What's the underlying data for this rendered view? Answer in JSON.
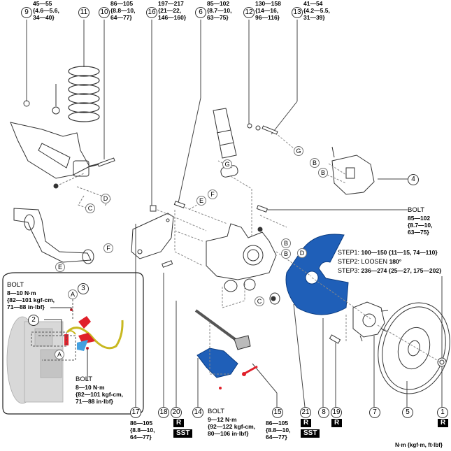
{
  "diagram": {
    "title": "Rear suspension / knuckle exploded view",
    "unit_legend": "N·m {kgf·m, ft·lbf}",
    "colors": {
      "dust_cover": "#1f5fb8",
      "sensor_red": "#e0202a",
      "harness_yellow": "#c8b820",
      "line": "#333333"
    },
    "callouts": [
      {
        "id": "9",
        "label": "9"
      },
      {
        "id": "11",
        "label": "11"
      },
      {
        "id": "10",
        "label": "10"
      },
      {
        "id": "16",
        "label": "16"
      },
      {
        "id": "6",
        "label": "6"
      },
      {
        "id": "12",
        "label": "12"
      },
      {
        "id": "13",
        "label": "13"
      },
      {
        "id": "4",
        "label": "4"
      },
      {
        "id": "2",
        "label": "2"
      },
      {
        "id": "3",
        "label": "3"
      },
      {
        "id": "17",
        "label": "17"
      },
      {
        "id": "18",
        "label": "18"
      },
      {
        "id": "20",
        "label": "20"
      },
      {
        "id": "14",
        "label": "14"
      },
      {
        "id": "15",
        "label": "15"
      },
      {
        "id": "21",
        "label": "21"
      },
      {
        "id": "8",
        "label": "8"
      },
      {
        "id": "19",
        "label": "19"
      },
      {
        "id": "7",
        "label": "7"
      },
      {
        "id": "5",
        "label": "5"
      },
      {
        "id": "1",
        "label": "1"
      }
    ],
    "torques": {
      "t9": {
        "line1": "45—55",
        "line2": "{4.6—5.6,",
        "line3": "34—40}"
      },
      "t10": {
        "line1": "86—105",
        "line2": "{8.8—10,",
        "line3": "64—77}"
      },
      "t16": {
        "line1": "197—217",
        "line2": "{21—22,",
        "line3": "146—160}"
      },
      "t6": {
        "line1": "85—102",
        "line2": "{8.7—10,",
        "line3": "63—75}"
      },
      "t12": {
        "line1": "130—158",
        "line2": "{14—16,",
        "line3": "96—116}"
      },
      "t13": {
        "line1": "41—54",
        "line2": "{4.2—5.5,",
        "line3": "31—39}"
      },
      "t17": {
        "line1": "86—105",
        "line2": "{8.8—10,",
        "line3": "64—77}"
      },
      "t15": {
        "line1": "86—105",
        "line2": "{8.8—10,",
        "line3": "64—77}"
      }
    },
    "bolt_right": {
      "title": "BOLT",
      "line1": "85—102",
      "line2": "{8.7—10,",
      "line3": "63—75}"
    },
    "bolt_inset_top": {
      "title": "BOLT",
      "line1": "8—10 N·m",
      "line2": "{82—101 kgf-cm,",
      "line3": "71—88 in·lbf}"
    },
    "bolt_inset_bottom": {
      "title": "BOLT",
      "line1": "8—10 N·m",
      "line2": "{82—101 kgf-cm,",
      "line3": "71—88 in·lbf}"
    },
    "bolt_bottom": {
      "title": "BOLT",
      "line1": "9—12 N·m",
      "line2": "{92—122 kgf-cm,",
      "line3": "80—106 in·lbf}"
    },
    "steps": [
      {
        "name": "STEP1:",
        "value": "100—150 {11—15, 74—110}"
      },
      {
        "name": "STEP2:",
        "value": "LOOSEN",
        "extra": "180°"
      },
      {
        "name": "STEP3:",
        "value": "236—274 {25—27, 175—202}"
      }
    ],
    "badges": {
      "r": "R",
      "sst": "SST"
    },
    "reference_letters": [
      "A",
      "B",
      "C",
      "D",
      "E",
      "F",
      "G"
    ]
  }
}
